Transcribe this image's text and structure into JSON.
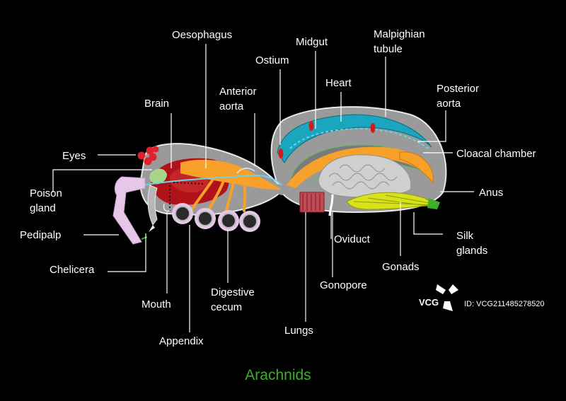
{
  "title": "Arachnids",
  "labels": {
    "oesophagus": "Oesophagus",
    "midgut": "Midgut",
    "malpighian_line1": "Malpighian",
    "malpighian_line2": "tubule",
    "ostium": "Ostium",
    "heart": "Heart",
    "posterior_aorta_line1": "Posterior",
    "posterior_aorta_line2": "aorta",
    "brain": "Brain",
    "anterior_aorta_line1": "Anterior",
    "anterior_aorta_line2": "aorta",
    "eyes": "Eyes",
    "cloacal_chamber": "Cloacal chamber",
    "poison_gland_line1": "Poison",
    "poison_gland_line2": "gland",
    "anus": "Anus",
    "pedipalp": "Pedipalp",
    "oviduct": "Oviduct",
    "silk_glands_line1": "Silk",
    "silk_glands_line2": "glands",
    "chelicera": "Chelicera",
    "gonads": "Gonads",
    "digestive_cecum_line1": "Digestive",
    "digestive_cecum_line2": "cecum",
    "gonopore": "Gonopore",
    "mouth": "Mouth",
    "lungs": "Lungs",
    "appendix": "Appendix"
  },
  "watermark": {
    "logo_text": "VCG",
    "id_text": "ID: VCG211485278520"
  },
  "colors": {
    "background": "#000000",
    "body_gray": "#9a9a9a",
    "heart_teal": "#1aa6bf",
    "midgut_orange": "#f7a02a",
    "poison_red": "#b0121a",
    "silk_yellow": "#d8e21a",
    "pedipalp_pink": "#e7c7e8",
    "title_green": "#3fae2a"
  }
}
